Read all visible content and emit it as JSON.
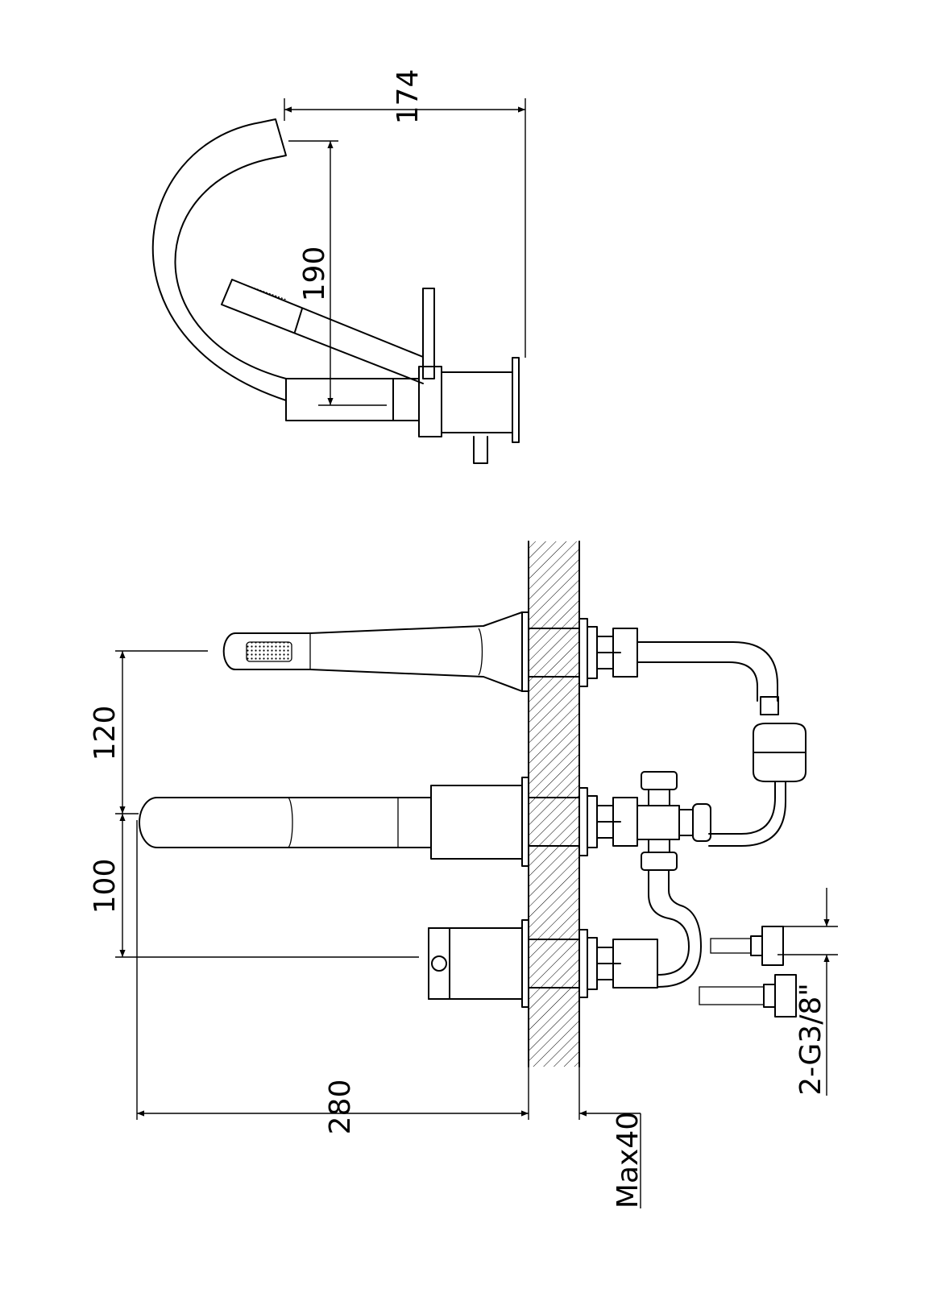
{
  "dimensions": {
    "spout_reach": "174",
    "spout_height": "190",
    "shower_spacing": "120",
    "lever_spacing": "100",
    "total_height": "280",
    "deck_thickness": "Max40",
    "inlet_thread": "2-G3/8\""
  }
}
